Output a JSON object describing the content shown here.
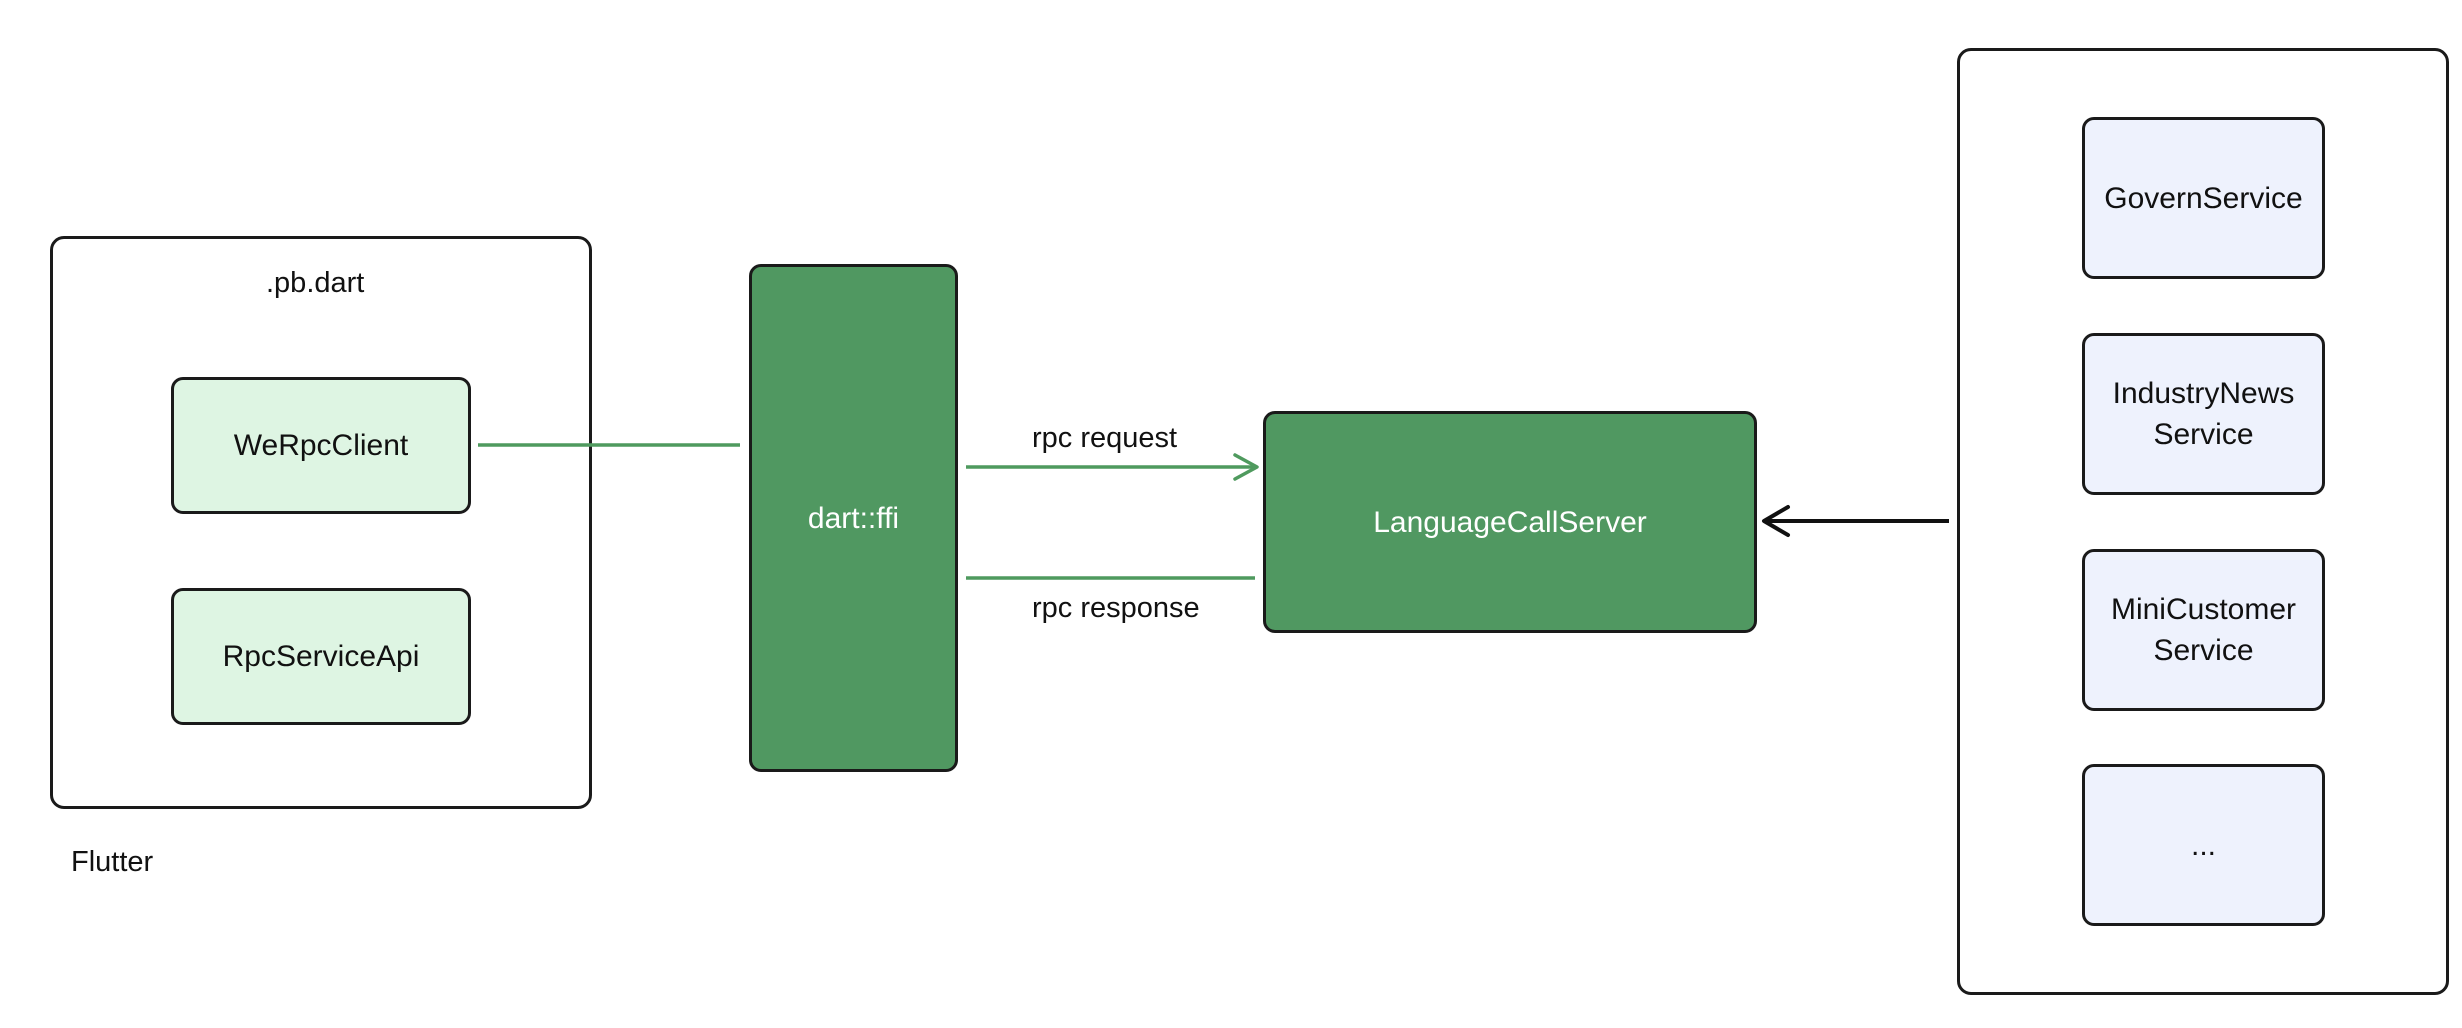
{
  "flutter": {
    "label": "Flutter",
    "pb_label": ".pb.dart",
    "client": "WeRpcClient",
    "api": "RpcServiceApi"
  },
  "ffi": {
    "label": "dart::ffi"
  },
  "edges": {
    "request": "rpc request",
    "response": "rpc response"
  },
  "server": {
    "label": "LanguageCallServer"
  },
  "services": [
    {
      "label": "GovernService"
    },
    {
      "label": "IndustryNews\nService"
    },
    {
      "label": "MiniCustomer\nService"
    },
    {
      "label": "..."
    }
  ],
  "colors": {
    "green_fill": "#509861",
    "light_green_fill": "#def5e3",
    "service_fill": "#eef2fd",
    "edge_green": "#4f9a5e",
    "edge_black": "#111111"
  }
}
